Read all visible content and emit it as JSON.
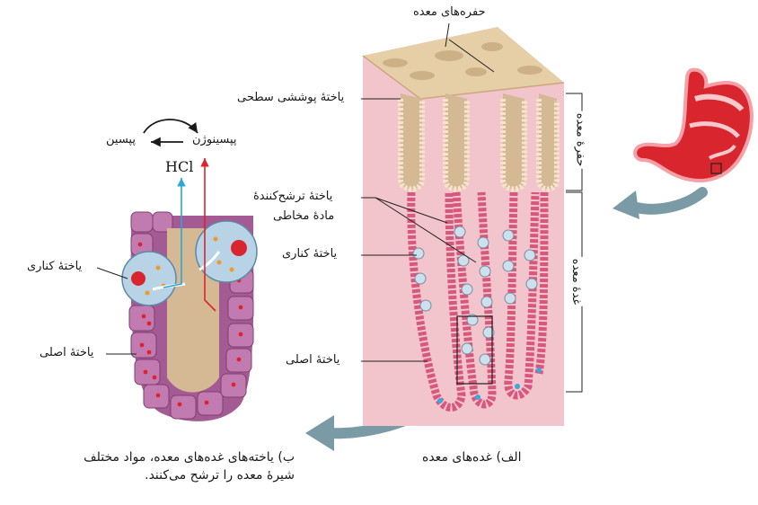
{
  "labels": {
    "gastric_pits_top": "حفره‌های معده",
    "surface_mucous_cell": "یاختهٔ پوششی سطحی",
    "mucous_secreting_cell_line1": "یاختهٔ ترشح‌کنندهٔ",
    "mucous_secreting_cell_line2": "مادهٔ مخاطی",
    "parietal_cell_right": "یاختهٔ کناری",
    "chief_cell_right": "یاختهٔ اصلی",
    "gastric_pit_bracket": "حفرهٔ معده",
    "gastric_gland_bracket": "غدهٔ معده",
    "pepsinogen": "پپسینوژن",
    "pepsin": "پپسین",
    "hcl": "HCl",
    "parietal_cell_left": "یاختهٔ کناری",
    "chief_cell_left": "یاختهٔ اصلی"
  },
  "captions": {
    "alef": "الف) غده‌های معده",
    "be_line1": "ب) یاخته‌های غده‌های معده، مواد مختلف",
    "be_line2": "شیرهٔ معده را ترشح می‌کنند."
  },
  "colors": {
    "tissue_pink": "#f2c4cc",
    "surface_tan": "#e6cfa6",
    "gland_lumen": "#d4b994",
    "chief_cell": "#a45a92",
    "parietal_cell": "#b9d3e6",
    "stomach_red": "#d9262e",
    "arrow_gray": "#7a9aa6",
    "hcl_arrow": "#2aa7d2",
    "pepsinogen_arrow": "#d9262e"
  }
}
